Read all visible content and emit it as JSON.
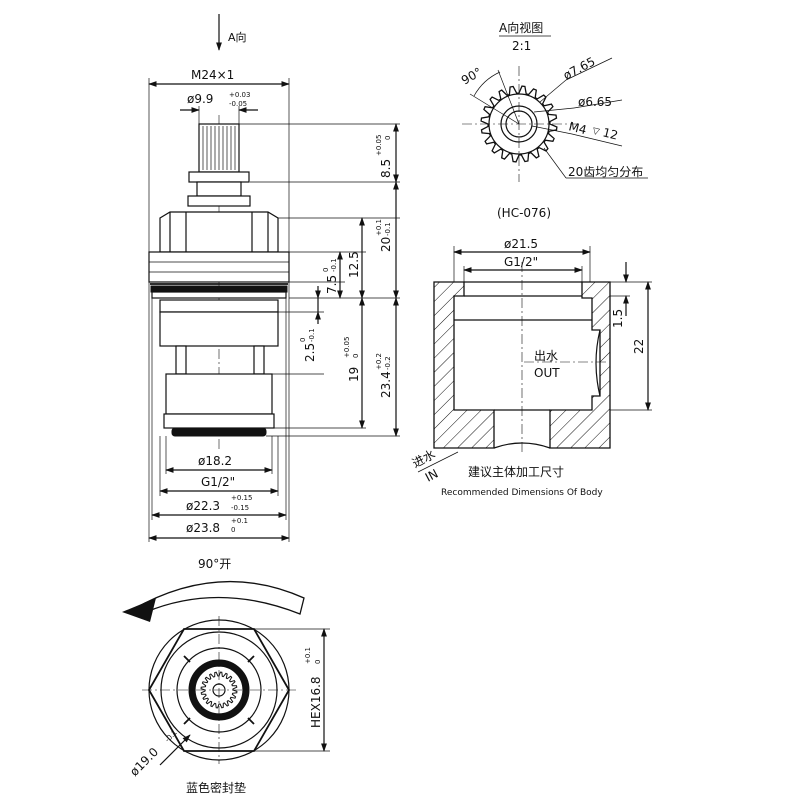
{
  "view_a_direction": "A向",
  "main_view": {
    "thread_label": "M24×1",
    "stem_dia": "ø9.9",
    "stem_tol_upper": "+0.03",
    "stem_tol_lower": "-0.05",
    "dim_8_5": "8.5",
    "dim_8_5_tol_upper": "+0.05",
    "dim_8_5_tol_lower": "0",
    "dim_20": "20",
    "dim_20_tol_upper": "+0.1",
    "dim_20_tol_lower": "-0.1",
    "dim_12_5": "12.5",
    "dim_7_5": "7.5",
    "dim_7_5_tol_upper": "0",
    "dim_7_5_tol_lower": "-0.1",
    "dim_2_5": "2.5",
    "dim_2_5_tol_upper": "0",
    "dim_2_5_tol_lower": "-0.1",
    "dim_19": "19",
    "dim_19_tol_upper": "+0.05",
    "dim_19_tol_lower": "0",
    "dim_23_4": "23.4",
    "dim_23_4_tol_upper": "+0.2",
    "dim_23_4_tol_lower": "-0.2",
    "dia_18_2": "ø18.2",
    "thread_g12": "G1/2\"",
    "dia_22_3": "ø22.3",
    "dia_22_3_tol_upper": "+0.15",
    "dia_22_3_tol_lower": "-0.15",
    "dia_23_8": "ø23.8",
    "dia_23_8_tol_upper": "+0.1",
    "dia_23_8_tol_lower": "0"
  },
  "view_a": {
    "title": "A向视图",
    "scale": "2:1",
    "angle": "90°",
    "dia_7_65": "ø7.65",
    "dia_6_65": "ø6.65",
    "thread_m4": "M4",
    "depth_12": "12",
    "teeth_note": "20齿均匀分布"
  },
  "body_view": {
    "model": "(HC-076)",
    "dia_21_5": "ø21.5",
    "thread_g12": "G1/2\"",
    "dim_1_5": "1.5",
    "dim_22": "22",
    "outlet_cn": "出水",
    "outlet_en": "OUT",
    "inlet_cn": "进水",
    "inlet_en": "IN",
    "caption_cn": "建议主体加工尺寸",
    "caption_en": "Recommended Dimensions Of Body"
  },
  "bottom_view": {
    "rotation": "90°开",
    "hex": "HEX16.8",
    "hex_tol_upper": "+0.1",
    "hex_tol_lower": "0",
    "dia_19": "ø19.0",
    "dia_19_tol_lower": "-0.1",
    "seal_note": "蓝色密封垫"
  }
}
